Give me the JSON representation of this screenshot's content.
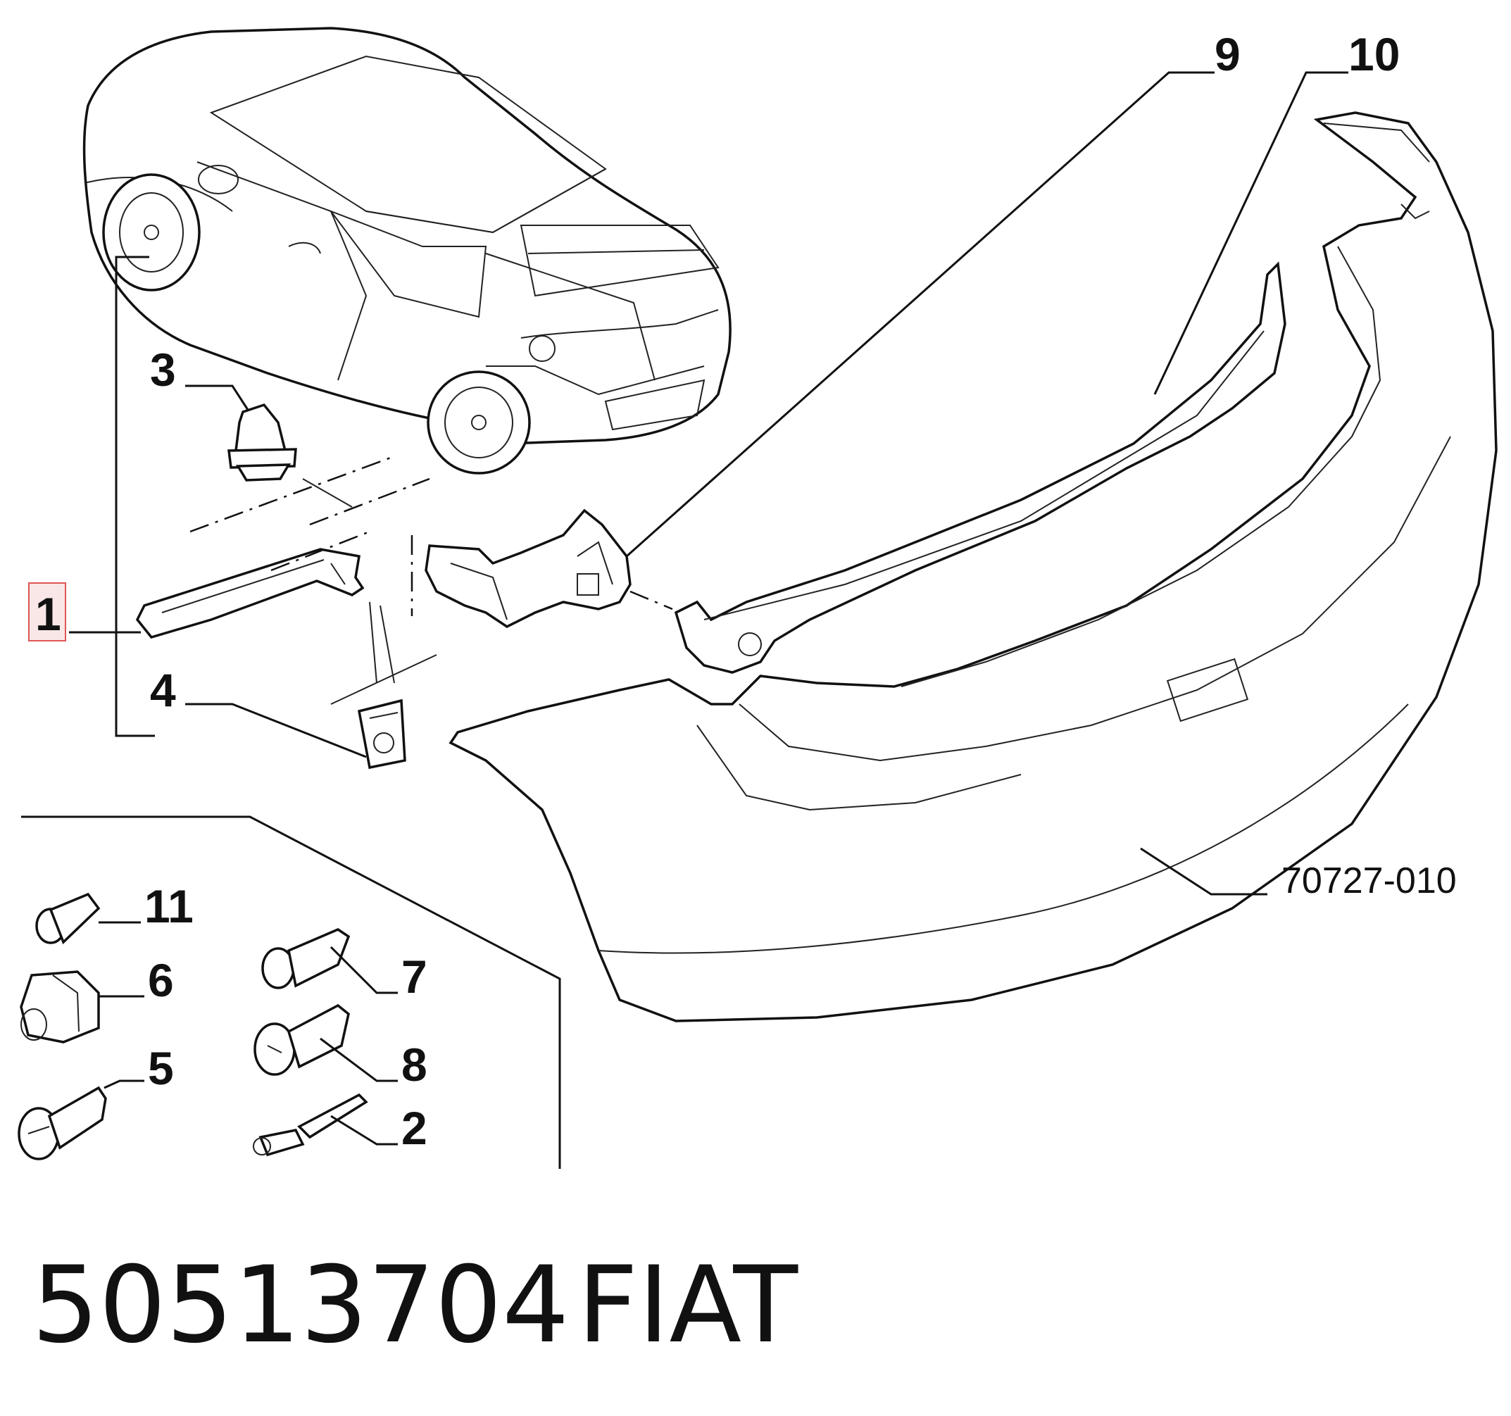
{
  "labels": {
    "l1": "1",
    "l2": "2",
    "l3": "3",
    "l4": "4",
    "l5": "5",
    "l6": "6",
    "l7": "7",
    "l8": "8",
    "l9": "9",
    "l10": "10",
    "l11": "11"
  },
  "reference": "70727-010",
  "part_number": "50513704",
  "brand": "FIAT",
  "highlight_color": "#e05555"
}
